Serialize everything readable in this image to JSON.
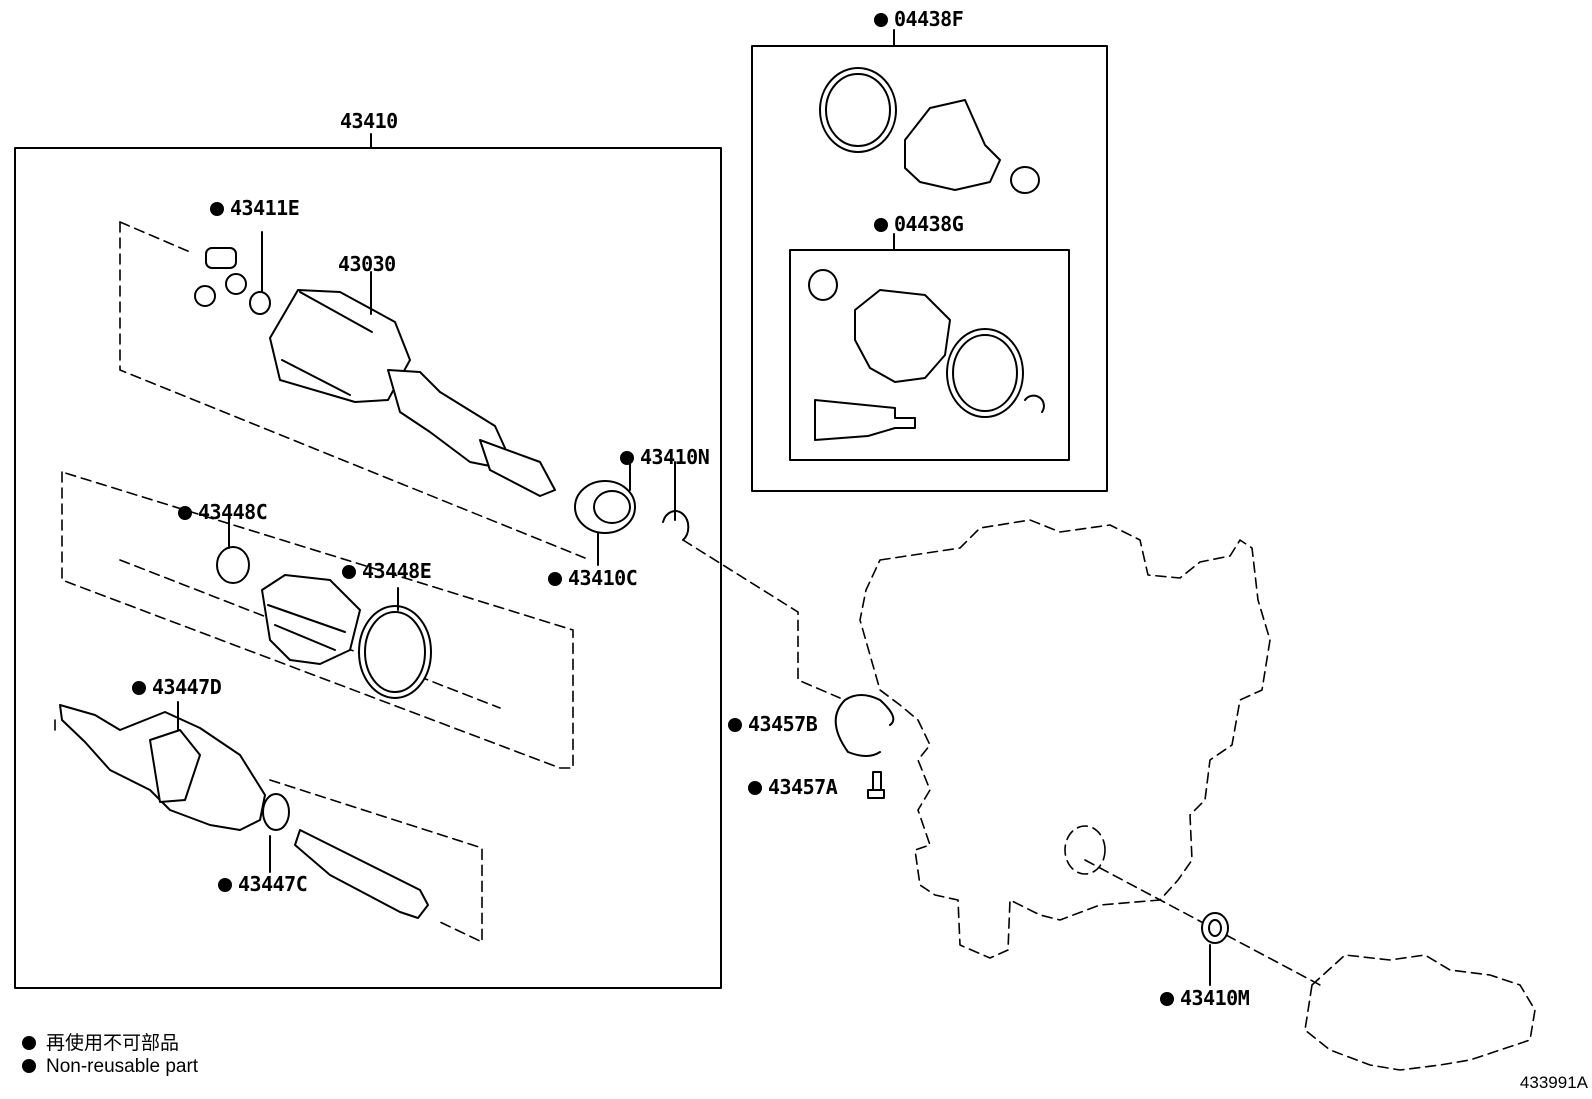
{
  "labels": {
    "p43410": "43410",
    "p43411E": "43411E",
    "p43030": "43030",
    "p43410N": "43410N",
    "p43410C": "43410C",
    "p43448C": "43448C",
    "p43448E": "43448E",
    "p43447D": "43447D",
    "p43447C": "43447C",
    "p04438F": "04438F",
    "p04438G": "04438G",
    "p43457B": "43457B",
    "p43457A": "43457A",
    "p43410M": "43410M"
  },
  "legend": {
    "japanese": "再使用不可部品",
    "english": "Non-reusable part"
  },
  "figure_number": "433991A"
}
